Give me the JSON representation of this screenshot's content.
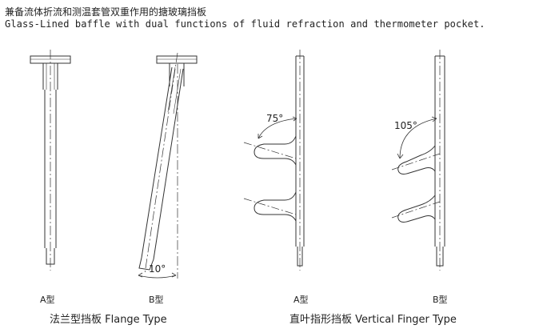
{
  "title_cn": "兼备流体折流和测温套管双重作用的搪玻璃挡板",
  "title_en": "Glass-Lined baffle with dual functions of fluid refraction and thermometer pocket.",
  "angles": {
    "flange_b": "10°",
    "vertical_a": "75°",
    "vertical_b": "105°"
  },
  "labels": {
    "flange_a": "A型",
    "flange_b": "B型",
    "vertical_a": "A型",
    "vertical_b": "B型"
  },
  "captions": {
    "flange": "法兰型挡板  Flange Type",
    "vertical": "直叶指形挡板  Vertical Finger Type"
  }
}
